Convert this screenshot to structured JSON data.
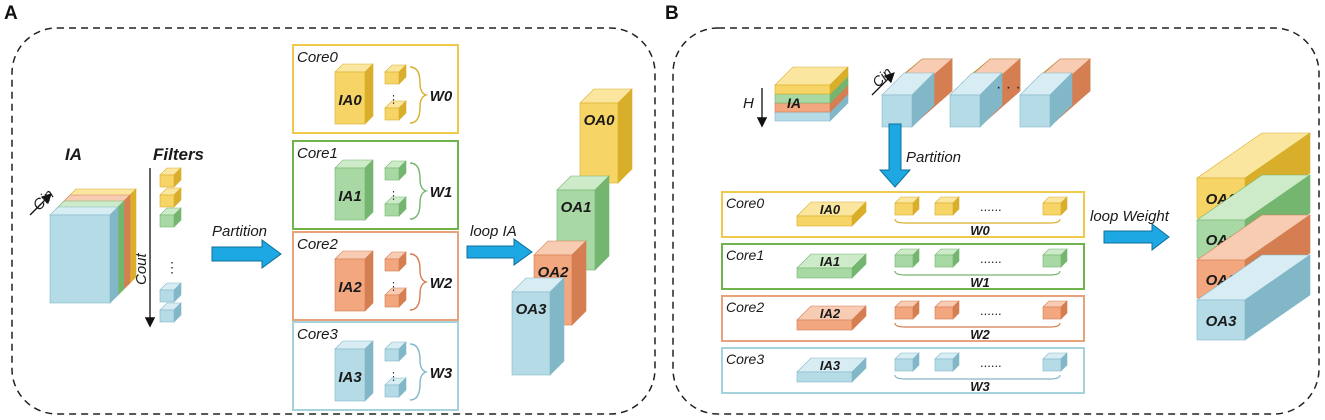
{
  "colors": {
    "yellow": "#F6D465",
    "yellow_dark": "#D9AE2A",
    "yellow_top": "#FBE6A0",
    "green": "#A8D8A4",
    "green_dark": "#74B66F",
    "green_top": "#CDEBC9",
    "orange": "#F2A77F",
    "orange_dark": "#D57E52",
    "orange_top": "#F8CCB3",
    "blue": "#B5DBE6",
    "blue_dark": "#82B7C8",
    "blue_top": "#D7EDF3",
    "arrow": "#1DA7E3",
    "arrow_dark": "#0D6F9A",
    "border_yellow": "#EFC94C",
    "border_green": "#6FB34A",
    "border_orange": "#E9A37C",
    "border_blue": "#A6D2DE"
  },
  "panelA": {
    "label": "A",
    "ia_label": "IA",
    "cin_label": "Cin",
    "filters_label": "Filters",
    "cout_label": "Cout",
    "partition_label": "Partition",
    "loop_label": "loop IA",
    "cores": [
      {
        "name": "Core0",
        "ia": "IA0",
        "w": "W0"
      },
      {
        "name": "Core1",
        "ia": "IA1",
        "w": "W1"
      },
      {
        "name": "Core2",
        "ia": "IA2",
        "w": "W2"
      },
      {
        "name": "Core3",
        "ia": "IA3",
        "w": "W3"
      }
    ],
    "outputs": [
      "OA0",
      "OA1",
      "OA2",
      "OA3"
    ]
  },
  "panelB": {
    "label": "B",
    "h_label": "H",
    "ia_label": "IA",
    "cin_label": "Cin",
    "ellipsis": "· · ·",
    "partition_label": "Partition",
    "loop_label": "loop Weight",
    "cores": [
      {
        "name": "Core0",
        "ia": "IA0",
        "w": "W0"
      },
      {
        "name": "Core1",
        "ia": "IA1",
        "w": "W1"
      },
      {
        "name": "Core2",
        "ia": "IA2",
        "w": "W2"
      },
      {
        "name": "Core3",
        "ia": "IA3",
        "w": "W3"
      }
    ],
    "dots": "......",
    "outputs": [
      "OA0",
      "OA1",
      "OA2",
      "OA3"
    ]
  }
}
